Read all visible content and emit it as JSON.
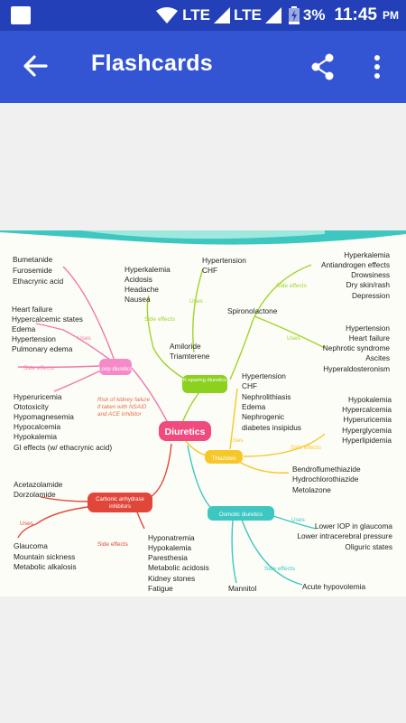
{
  "status": {
    "network1": "LTE",
    "network2": "LTE",
    "battery": "3%",
    "time": "11:45",
    "ampm": "PM"
  },
  "appbar": {
    "title": "Flashcards",
    "icons": [
      "arrow-back-icon",
      "share-icon",
      "more-vert-icon"
    ]
  },
  "mindmap": {
    "center": "Diuretics",
    "loop": {
      "label": "Loop diuretics",
      "drugs": [
        "Bumetanide",
        "Furosemide",
        "Ethacrynic acid"
      ],
      "uses_label": "Uses",
      "uses": [
        "Heart failure",
        "Hypercalcemic states",
        "Edema",
        "Hypertension",
        "Pulmonary edema"
      ],
      "side_effects_label": "Side effects",
      "side_effects": [
        "Hyperuricemia",
        "Ototoxicity",
        "Hypomagnesemia",
        "Hypocalcemia",
        "Hypokalemia",
        "GI effects (w/ ethacrynic acid)"
      ],
      "note": "Risk of kidney failure if taken with NSAID and ACE inhibitor"
    },
    "k_sparing": {
      "label": "K-sparing diuretics",
      "amiloride": "Amiloride",
      "triamterene": "Triamterene",
      "side_effects_label": "Side effects",
      "side_effects": [
        "Hyperkalemia",
        "Acidosis",
        "Headache",
        "Nausea"
      ],
      "uses_label": "Uses",
      "uses": [
        "Hypertension",
        "CHF"
      ],
      "spiro": "Spironolactone",
      "spiro_se_label": "Side effects",
      "spiro_se": [
        "Hyperkalemia",
        "Antiandrogen effects",
        "Drowsiness",
        "Dry skin/rash",
        "Depression"
      ],
      "spiro_uses_label": "Uses",
      "spiro_uses": [
        "Hypertension",
        "Heart failure",
        "Nephrotic syndrome",
        "Ascites",
        "Hyperaldosteronism"
      ]
    },
    "thiazides": {
      "label": "Thiazides",
      "uses_label": "Uses",
      "uses": [
        "Hypertension",
        "CHF",
        "Nephrolithiasis",
        "Edema",
        "Nephrogenic",
        "diabetes insipidus"
      ],
      "side_effects_label": "Side effects",
      "side_effects": [
        "Hypokalemia",
        "Hypercalcemia",
        "Hyperuricemia",
        "Hyperglycemia",
        "Hyperlipidemia"
      ],
      "drugs": [
        "Bendroflumethiazide",
        "Hydrochlorothiazide",
        "Metolazone"
      ]
    },
    "carbonic": {
      "label1": "Carbonic anhydrase",
      "label2": "inhibitors",
      "drugs": [
        "Acetazolamide",
        "Dorzolamide"
      ],
      "uses_label": "Uses",
      "uses": [
        "Glaucoma",
        "Mountain sickness",
        "Metabolic alkalosis"
      ],
      "side_effects_label": "Side effects",
      "side_effects": [
        "Hyponatremia",
        "Hypokalemia",
        "Paresthesia",
        "Metabolic acidosis",
        "Kidney stones",
        "Fatigue"
      ]
    },
    "osmotic": {
      "label": "Osmotic diuretics",
      "uses_label": "Uses",
      "uses": [
        "Lower IOP in glaucoma",
        "Lower intracerebral pressure",
        "Oliguric states"
      ],
      "side_effects_label": "Side effects",
      "side_effect": "Acute hypovolemia",
      "drug": "Mannitol"
    }
  }
}
